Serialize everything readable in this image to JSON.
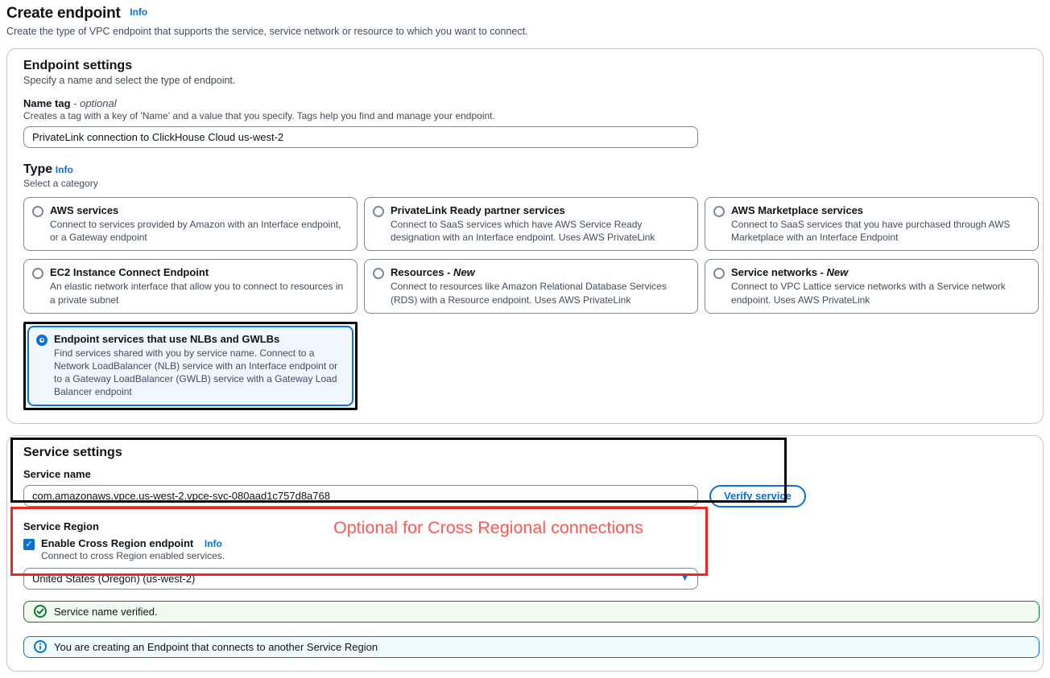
{
  "page": {
    "title": "Create endpoint",
    "title_info": "Info",
    "subtitle": "Create the type of VPC endpoint that supports the service, service network or resource to which you want to connect."
  },
  "endpoint_settings": {
    "heading": "Endpoint settings",
    "description": "Specify a name and select the type of endpoint.",
    "name_tag": {
      "label": "Name tag",
      "optional_suffix": "- optional",
      "help": "Creates a tag with a key of 'Name' and a value that you specify. Tags help you find and manage your endpoint.",
      "value": "PrivateLink connection to ClickHouse Cloud us-west-2"
    },
    "type": {
      "label": "Type",
      "info": "Info",
      "help": "Select a category",
      "options": [
        {
          "label": "AWS services",
          "description": "Connect to services provided by Amazon with an Interface endpoint, or a Gateway endpoint",
          "selected": false
        },
        {
          "label": "PrivateLink Ready partner services",
          "description": "Connect to SaaS services which have AWS Service Ready designation with an Interface endpoint. Uses AWS PrivateLink",
          "selected": false
        },
        {
          "label": "AWS Marketplace services",
          "description": "Connect to SaaS services that you have purchased through AWS Marketplace with an Interface Endpoint",
          "selected": false
        },
        {
          "label": "EC2 Instance Connect Endpoint",
          "description": "An elastic network interface that allow you to connect to resources in a private subnet",
          "selected": false
        },
        {
          "label": "Resources",
          "suffix": "- New",
          "description": "Connect to resources like Amazon Relational Database Services (RDS) with a Resource endpoint. Uses AWS PrivateLink",
          "selected": false
        },
        {
          "label": "Service networks",
          "suffix": "- New",
          "description": "Connect to VPC Lattice service networks with a Service network endpoint. Uses AWS PrivateLink",
          "selected": false
        },
        {
          "label": "Endpoint services that use NLBs and GWLBs",
          "description": "Find services shared with you by service name. Connect to a Network LoadBalancer (NLB) service with an Interface endpoint or to a Gateway LoadBalancer (GWLB) service with a Gateway Load Balancer endpoint",
          "selected": true
        }
      ]
    }
  },
  "service_settings": {
    "heading": "Service settings",
    "service_name": {
      "label": "Service name",
      "value": "com.amazonaws.vpce.us-west-2.vpce-svc-080aad1c757d8a768"
    },
    "verify_button_label": "Verify service",
    "service_region": {
      "label": "Service Region",
      "checkbox_label": "Enable Cross Region endpoint",
      "checkbox_info": "Info",
      "checkbox_help": "Connect to cross Region enabled services.",
      "region_selected": "United States (Oregon) (us-west-2)"
    },
    "annotation_text": "Optional for Cross Regional connections"
  },
  "banners": {
    "success_message": "Service name verified.",
    "info_message": "You are creating an Endpoint that connects to another Service Region"
  },
  "colors": {
    "accent_blue": "#0972d3",
    "success_green": "#067d36",
    "annotation_red": "#e92a22",
    "annotation_text_red": "#fb5a55",
    "selected_tile_bg": "#f0f7ff"
  }
}
